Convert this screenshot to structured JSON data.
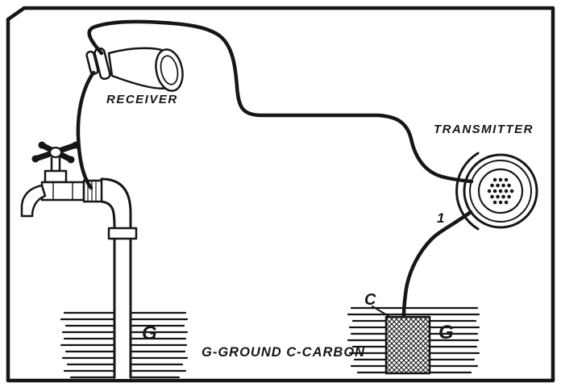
{
  "colors": {
    "ink": "#161616",
    "paper": "#ffffff"
  },
  "labels": {
    "receiver": "RECEIVER",
    "transmitter": "TRANSMITTER",
    "carbon_marker": "C",
    "ground_left": "G",
    "ground_right": "G",
    "legend": "G-GROUND  C-CARBON",
    "wire_mark": "1"
  }
}
